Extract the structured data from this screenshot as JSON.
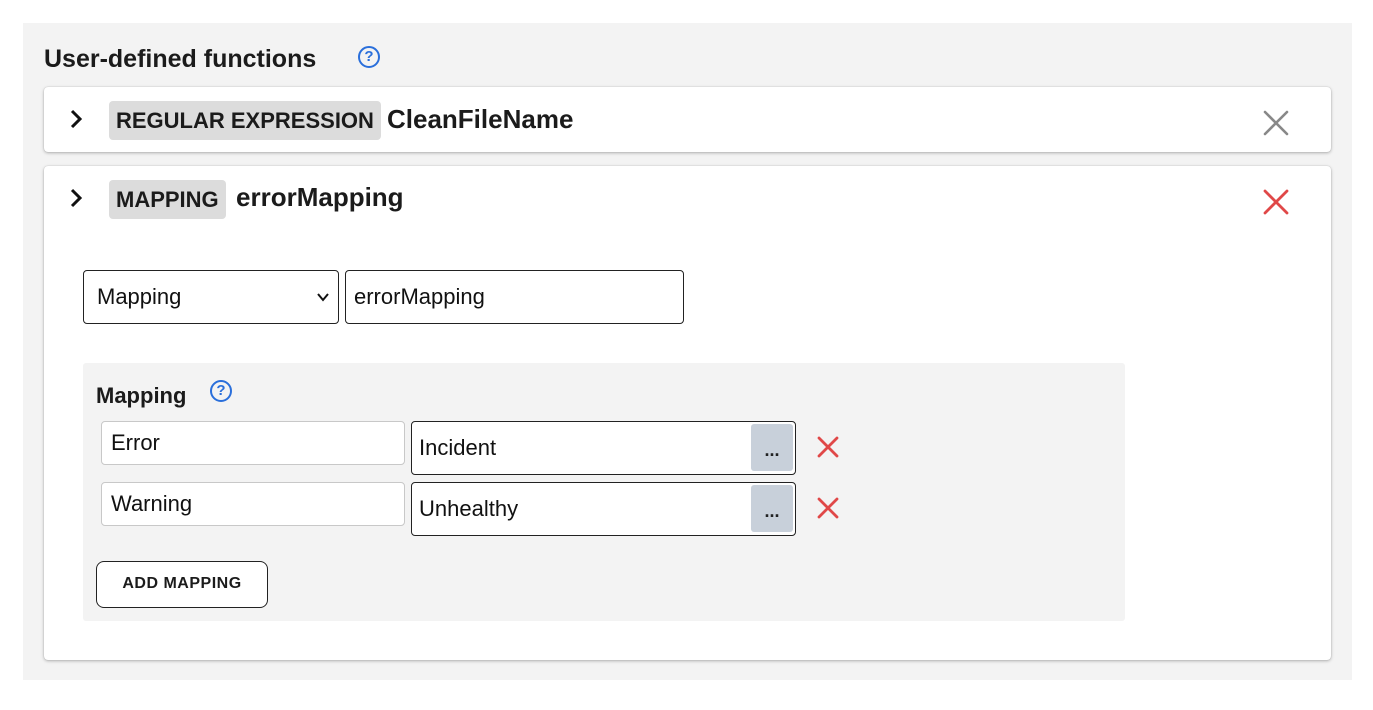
{
  "section": {
    "title": "User-defined functions",
    "help_icon": "?"
  },
  "functions": [
    {
      "type_tag": "REGULAR EXPRESSION",
      "name": "CleanFileName",
      "delete_icon_color": "#888888"
    },
    {
      "type_tag": "MAPPING",
      "name": "errorMapping",
      "delete_icon_color": "#e04848",
      "editor": {
        "type_select_value": "Mapping",
        "name_input_value": "errorMapping",
        "mapping_title": "Mapping",
        "help_icon": "?",
        "rows": [
          {
            "key": "Error",
            "value": "Incident",
            "more_label": "..."
          },
          {
            "key": "Warning",
            "value": "Unhealthy",
            "more_label": "..."
          }
        ],
        "add_button_label": "ADD MAPPING"
      }
    }
  ],
  "colors": {
    "accent": "#2a6fdb",
    "danger": "#e04848",
    "muted_icon": "#888888",
    "panel_bg": "#f3f3f3"
  }
}
